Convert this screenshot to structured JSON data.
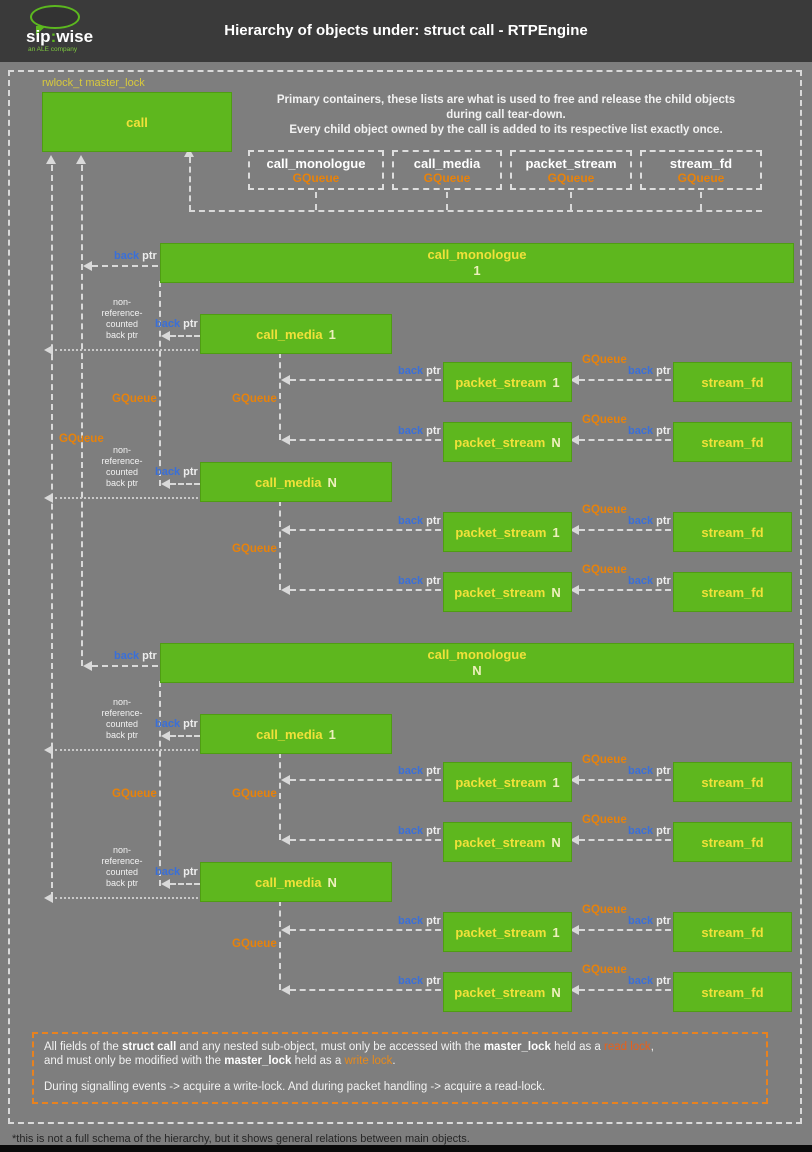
{
  "colors": {
    "node_green": "#5eb71e",
    "queue_orange": "#e8820a",
    "node_title_yellow": "#f0e13a",
    "back_ptr_blue": "#3a6fd8",
    "header_bg": "#3a3a3a",
    "page_bg": "#7e7e7e"
  },
  "header": {
    "logo_sip": "sip",
    "logo_colon": ":",
    "logo_wise": "wise",
    "logo_tagline": "an ALE company",
    "title": "Hierarchy of objects under: struct call - RTPEngine"
  },
  "annotations": {
    "master_lock": "rwlock_t master_lock",
    "intro_line1": "Primary containers, these lists are what is used to free and release the child objects",
    "intro_line2": "during call tear-down.",
    "intro_line3": "Every child object owned by the call is added to its respective list exactly once.",
    "back": "back",
    "ptr": "ptr",
    "gqueue": "GQueue",
    "nonref_1": "non-",
    "nonref_2": "reference-",
    "nonref_3": "counted",
    "nonref_4": "back ptr"
  },
  "boxes": {
    "call": "call",
    "call_monologue": "call_monologue",
    "call_media": "call_media",
    "packet_stream": "packet_stream",
    "stream_fd": "stream_fd",
    "one": "1",
    "n": "N"
  },
  "legend": {
    "p1a": "All fields of the ",
    "p1b": "struct call",
    "p1c": " and any nested sub-object, must only be accessed with the ",
    "p1d": "master_lock",
    "p1e": " held as a ",
    "p1f": "read lock",
    "p1g": ",",
    "p2a": "and must only be modified with the ",
    "p2b": "master_lock",
    "p2c": " held as a ",
    "p2d": "write lock",
    "p2e": ".",
    "p3": "During signalling events -> acquire a write-lock. And during packet handling -> acquire a read-lock."
  },
  "footnote": "*this is not a full schema of the hierarchy, but it shows general relations between main objects."
}
